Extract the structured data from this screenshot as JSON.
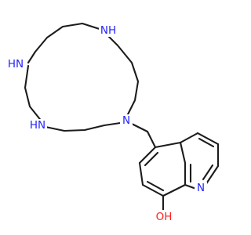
{
  "molecule": {
    "atoms": {
      "n_top": {
        "symbol": "N",
        "hydrogens": "H",
        "color": "#2424ff"
      },
      "n_left": {
        "symbol": "N",
        "hydrogens": "H",
        "color": "#2424ff"
      },
      "n_bottom": {
        "symbol": "N",
        "hydrogens": "H",
        "color": "#2424ff"
      },
      "n_tertiary": {
        "symbol": "N",
        "color": "#2424ff"
      },
      "n_quinoline": {
        "symbol": "N",
        "color": "#2424ff"
      },
      "o_hydroxyl": {
        "symbol": "O",
        "hydrogens": "H",
        "color": "#ff2020"
      }
    }
  }
}
